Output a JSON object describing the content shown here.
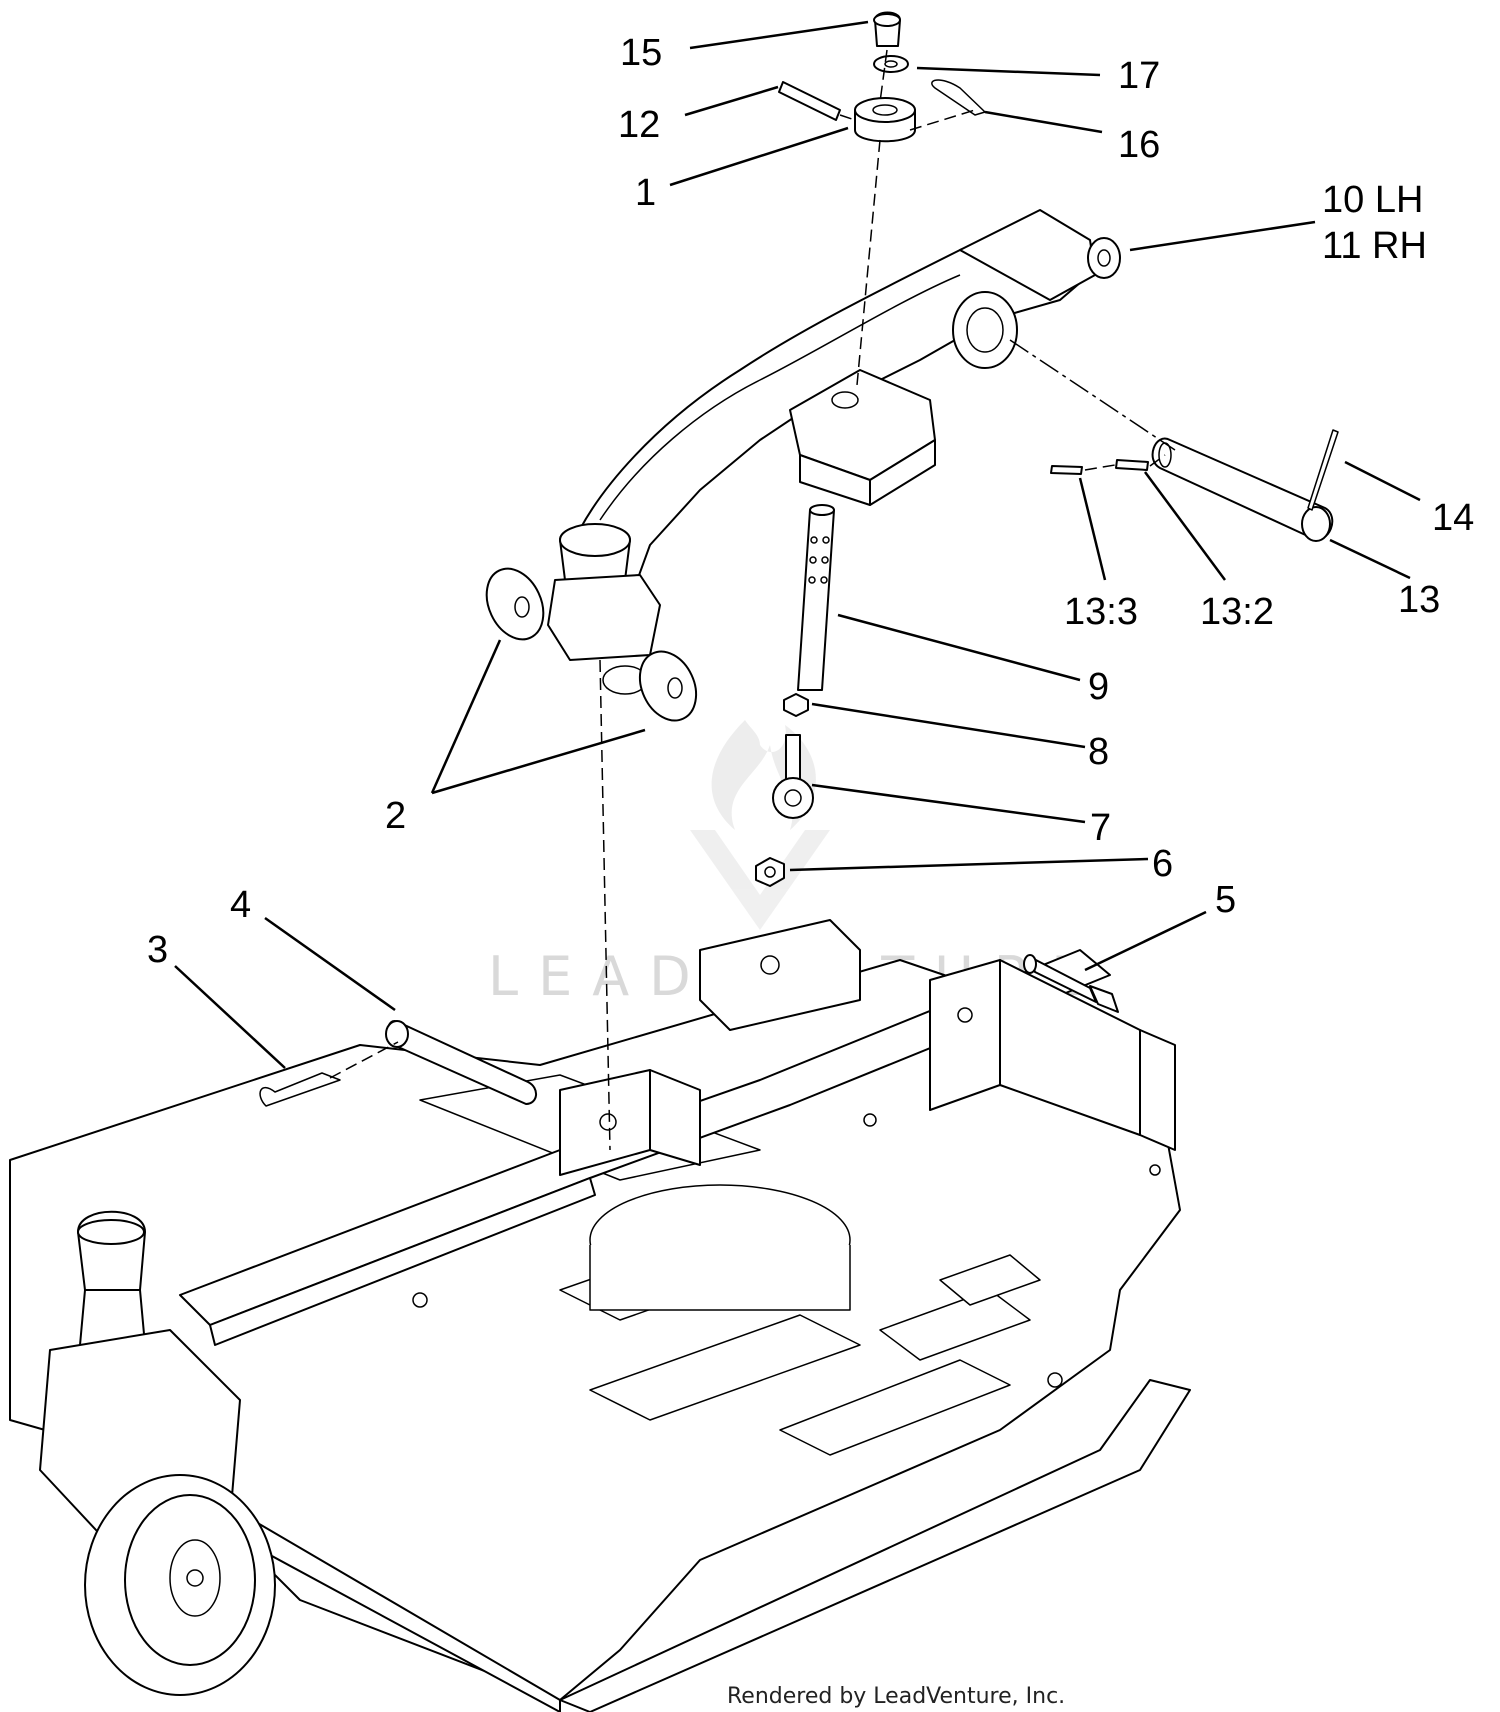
{
  "callouts": [
    {
      "label": "15"
    },
    {
      "label": "17"
    },
    {
      "label": "12"
    },
    {
      "label": "16"
    },
    {
      "label": "1"
    },
    {
      "label": "10 LH"
    },
    {
      "label": "11 RH"
    },
    {
      "label": "14"
    },
    {
      "label": "13:3"
    },
    {
      "label": "13:2"
    },
    {
      "label": "13"
    },
    {
      "label": "9"
    },
    {
      "label": "8"
    },
    {
      "label": "2"
    },
    {
      "label": "7"
    },
    {
      "label": "6"
    },
    {
      "label": "4"
    },
    {
      "label": "5"
    },
    {
      "label": "3"
    }
  ],
  "watermark": {
    "text": "LEADVENTURE",
    "logo": "leadventure-flame-logo"
  },
  "credit": "Rendered by LeadVenture, Inc."
}
